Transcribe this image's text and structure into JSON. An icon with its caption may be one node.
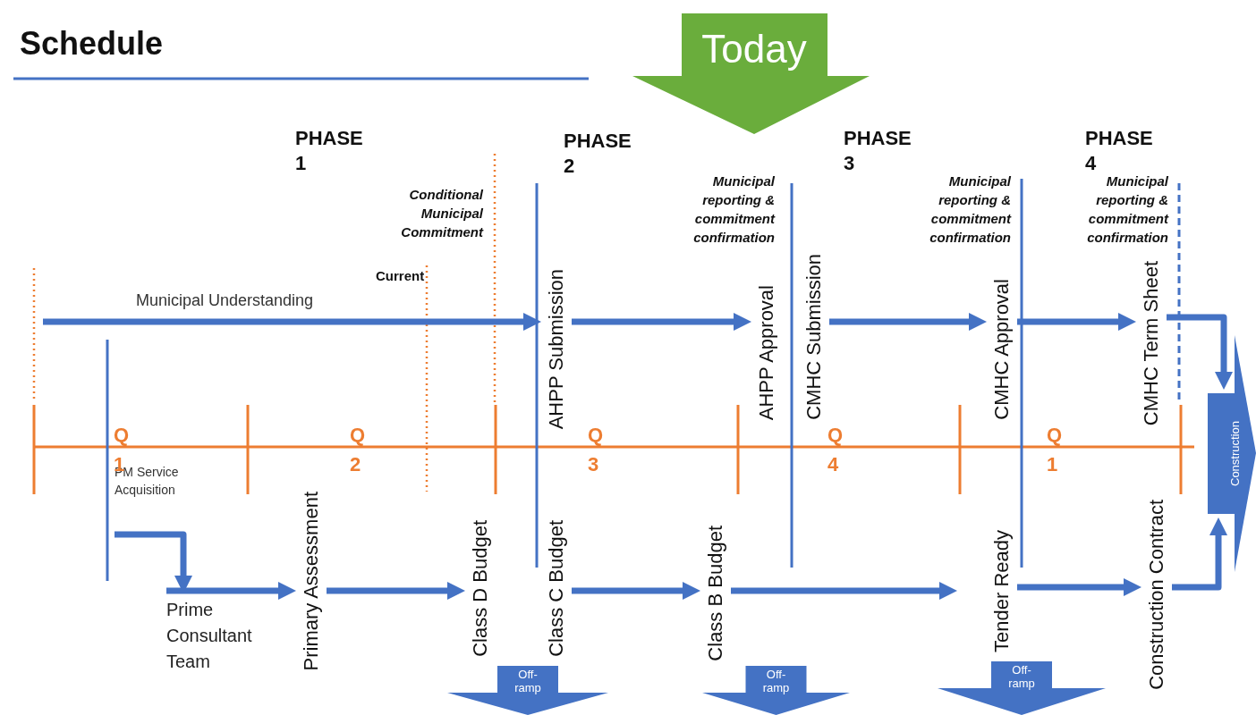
{
  "diagram": {
    "title": "Schedule",
    "nodes": [
      {
        "text": [
          "Today"
        ]
      },
      {
        "text": [
          "AHPP Submission"
        ]
      },
      {
        "text": [
          "AHPP Approval"
        ]
      },
      {
        "text": [
          "CMHC Submission"
        ]
      },
      {
        "text": [
          "CMHC Approval"
        ]
      },
      {
        "text": [
          "CMHC Term Sheet"
        ]
      },
      {
        "text": [
          "Construction"
        ]
      },
      {
        "text": [
          "PM Service Acquisition"
        ]
      },
      {
        "text": [
          "Prime Consultant Team"
        ]
      },
      {
        "text": [
          "Primary Assessment"
        ]
      },
      {
        "text": [
          "Class D Budget"
        ]
      },
      {
        "text": [
          "Class C Budget"
        ]
      },
      {
        "text": [
          "Class B Budget"
        ]
      },
      {
        "text": [
          "Tender Ready"
        ]
      },
      {
        "text": [
          "Construction Contract"
        ]
      },
      {
        "text": [
          "Off-ramp"
        ]
      },
      {
        "text": [
          "Off-ramp"
        ]
      },
      {
        "text": [
          "Off-ramp"
        ]
      }
    ],
    "edges": [
      {
        "from": null,
        "to": 1,
        "arrow": "to",
        "label": "Municipal Understanding"
      },
      {
        "from": 1,
        "to": 2,
        "arrow": "to"
      },
      {
        "from": 3,
        "to": 4,
        "arrow": "to"
      },
      {
        "from": 4,
        "to": 5,
        "arrow": "to"
      },
      {
        "from": 5,
        "to": 6,
        "arrow": "to"
      },
      {
        "from": 7,
        "to": 8,
        "arrow": "to"
      },
      {
        "from": 8,
        "to": 9,
        "arrow": "to"
      },
      {
        "from": 9,
        "to": 10,
        "arrow": "to"
      },
      {
        "from": 11,
        "to": 12,
        "arrow": "to"
      },
      {
        "from": 12,
        "to": 13,
        "arrow": "to"
      },
      {
        "from": 13,
        "to": 14,
        "arrow": "to"
      },
      {
        "from": 14,
        "to": 6,
        "arrow": "to"
      }
    ],
    "labels": [
      "PHASE 1",
      "PHASE 2",
      "PHASE 3",
      "PHASE 4",
      "Conditional Municipal Commitment",
      "Municipal reporting & commitment confirmation",
      "Municipal reporting & commitment confirmation",
      "Municipal reporting & commitment confirmation",
      "Current",
      "Q 1",
      "Q 2",
      "Q 3",
      "Q 4",
      "Q 1"
    ]
  }
}
